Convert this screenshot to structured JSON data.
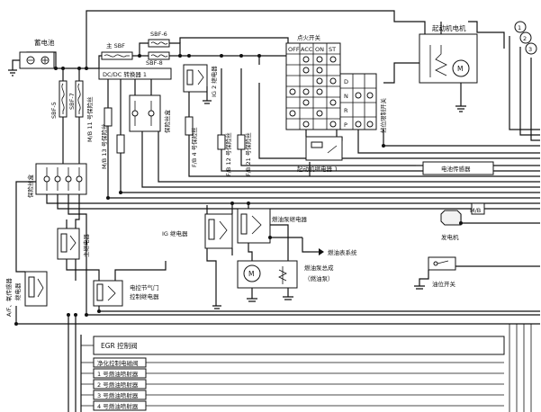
{
  "labels": {
    "battery": "蓄电池",
    "starter_motor": "起动机电机",
    "ignition_switch": "点火开关",
    "sw_off": "OFF",
    "sw_acc": "ACC",
    "sw_on": "ON",
    "sw_st": "ST",
    "main_sbf": "主 SBF",
    "sbf6": "SBF-6",
    "sbf8": "SBF-8",
    "sbf5": "SBF-5",
    "sbf7": "SBF-7",
    "dcdc": "DC/DC 转换器 1",
    "ig2_relay": "IG 2 继电器",
    "fuse_box_1": "保险丝盒",
    "mb11": "M/B 11 号保险丝",
    "mb13": "M/B 13 号保险丝",
    "fb4": "F/B 4 号保险丝",
    "fb12": "F/B 12 号保险丝",
    "fb21": "F/B 21 号保险丝",
    "gear_d": "D",
    "gear_n": "N",
    "gear_r": "R",
    "gear_p": "P",
    "inhibitor_switch": "挡位限制开关",
    "starter_relay": "起动机继电器 1",
    "fuse_box_2": "保险丝盒",
    "battery_sensor": "电池传感器",
    "main_relay": "主继电器",
    "ig_relay": "IG 继电器",
    "fuel_pump_relay": "燃油泵继电器",
    "fuel_gauge_system": "燃油表系统",
    "fuel_pump_assy": "燃油泵总成",
    "fuel_pump": "（燃油泵）",
    "generator": "发电机",
    "mb": "M/B",
    "neutral_switch": "油位开关",
    "af_sensor_relay_1": "A/F、氧传感器",
    "af_sensor_relay_2": "继电器",
    "throttle_relay_1": "电控节气门",
    "throttle_relay_2": "控制继电器",
    "egr_valve": "EGR 控制阀",
    "purge_valve": "净化控制电磁阀",
    "injector1": "1 号燃油喷射器",
    "injector2": "2 号燃油喷射器",
    "injector3": "3 号燃油喷射器",
    "injector4": "4 号燃油喷射器",
    "motor_symbol": "M",
    "conn1": "1",
    "conn2": "2",
    "conn3": "3"
  }
}
